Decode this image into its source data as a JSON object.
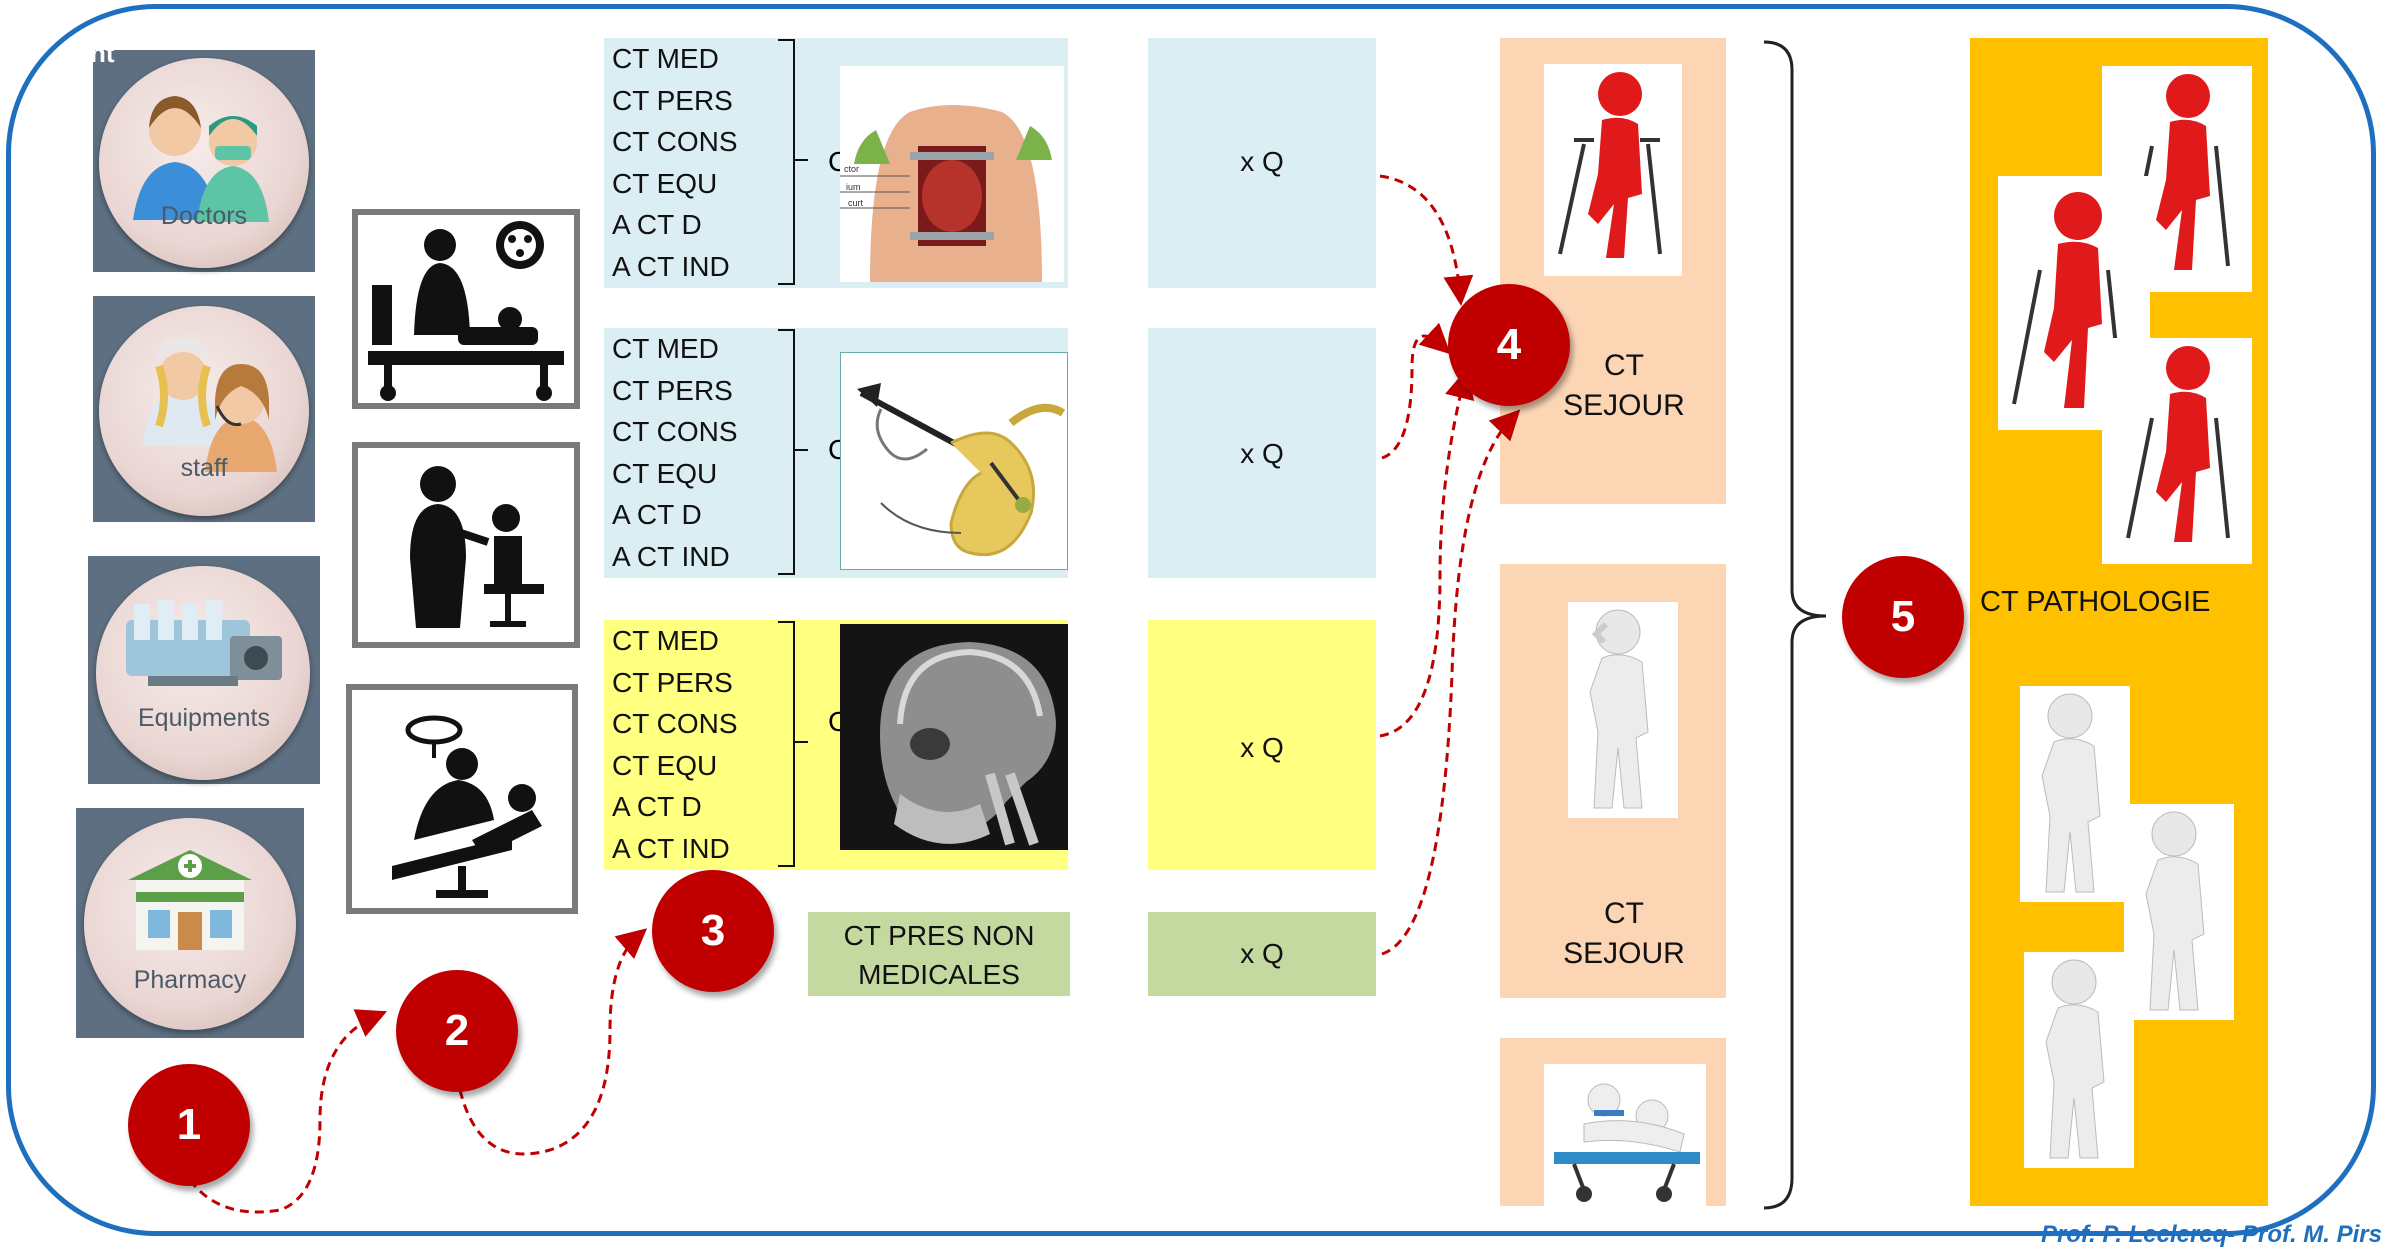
{
  "resources": [
    {
      "label": "Doctors",
      "icon": "doctors-icon"
    },
    {
      "label": "staff",
      "icon": "staff-icon"
    },
    {
      "label": "Equipments",
      "icon": "equipments-icon"
    },
    {
      "label": "Pharmacy",
      "icon": "pharmacy-icon"
    }
  ],
  "corner_text": "nt",
  "activities": [
    "surgery-icon",
    "consultation-icon",
    "dental-care-icon"
  ],
  "cost_blocks": [
    {
      "items": [
        "CT MED",
        "CT PERS",
        "CT CONS",
        "CT EQU",
        "A CT D",
        "A CT IND"
      ],
      "color": "#dbeef4",
      "image": "open-heart-surgery-image",
      "cut_char": "C",
      "multiplier": "x Q"
    },
    {
      "items": [
        "CT MED",
        "CT PERS",
        "CT CONS",
        "CT EQU",
        "A CT D",
        "A CT IND"
      ],
      "color": "#dbeef4",
      "image": "endoscopy-image",
      "cut_char": "C",
      "multiplier": "x Q"
    },
    {
      "items": [
        "CT MED",
        "CT PERS",
        "CT CONS",
        "CT EQU",
        "A CT D",
        "A CT IND"
      ],
      "color": "#ffff80",
      "image": "skull-xray-image",
      "cut_char": "C",
      "multiplier": "x Q"
    }
  ],
  "non_medical": {
    "label": "CT PRES NON MEDICALES",
    "multiplier": "x Q",
    "color": "#c4d9a0"
  },
  "sejour": [
    {
      "label": "CT SEJOUR",
      "image": "red-figure-crutches-icon"
    },
    {
      "label": "CT SEJOUR",
      "image": "white-figure-pain-icon"
    },
    {
      "label": "",
      "image": "patient-stretcher-icon"
    }
  ],
  "pathologie": {
    "label": "CT PATHOLOGIE",
    "color": "#ffc000"
  },
  "steps": [
    "1",
    "2",
    "3",
    "4",
    "5"
  ],
  "footer": "Prof. P. Leclercq- Prof. M. Pirs",
  "colors": {
    "frame": "#1f6fc0",
    "badge": "#c00000",
    "arrow": "#c00000",
    "sejour_bg": "#fcd5b5",
    "tile_bg": "#5d6f80"
  }
}
